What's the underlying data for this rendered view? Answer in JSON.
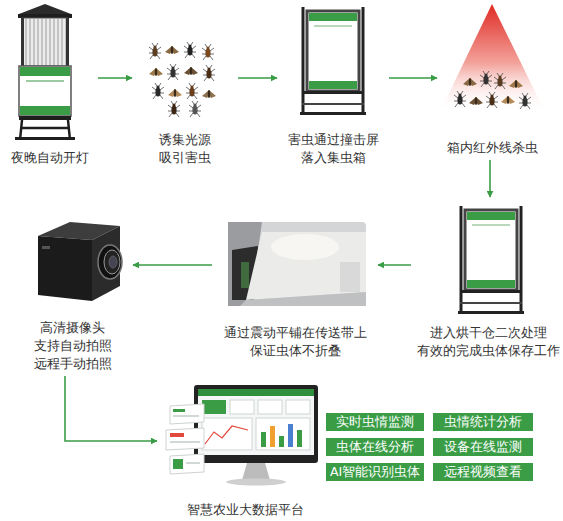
{
  "diagram": {
    "nodes": [
      {
        "text": [
          "夜晚自动开灯"
        ]
      },
      {
        "text": [
          "诱集光源 吸引害虫"
        ]
      },
      {
        "text": [
          "害虫通过撞击屏 落入集虫箱"
        ]
      },
      {
        "text": [
          "箱内红外线杀虫"
        ]
      },
      {
        "text": [
          "进入烘干仓二次处理 有效的完成虫体保存工作"
        ]
      },
      {
        "text": [
          "通过震动平铺在传送带上 保证虫体不折叠"
        ]
      },
      {
        "text": [
          "高清摄像头 支持自动拍照 远程手动拍照"
        ]
      },
      {
        "text": [
          "智慧农业大数据平台"
        ]
      },
      {
        "text": [
          "实时虫情监测"
        ]
      },
      {
        "text": [
          "虫情统计分析"
        ]
      },
      {
        "text": [
          "虫体在线分析"
        ]
      },
      {
        "text": [
          "设备在线监测"
        ]
      },
      {
        "text": [
          "AI智能识别虫体"
        ]
      },
      {
        "text": [
          "远程视频查看"
        ]
      }
    ],
    "edges": [
      {
        "from": 0,
        "to": 1,
        "arrow": "to"
      },
      {
        "from": 1,
        "to": 2,
        "arrow": "to"
      },
      {
        "from": 2,
        "to": 3,
        "arrow": "to"
      },
      {
        "from": 3,
        "to": 4,
        "arrow": "to"
      },
      {
        "from": 4,
        "to": 5,
        "arrow": "to"
      },
      {
        "from": 5,
        "to": 6,
        "arrow": "to"
      },
      {
        "from": 6,
        "to": 7,
        "arrow": "to"
      }
    ]
  }
}
